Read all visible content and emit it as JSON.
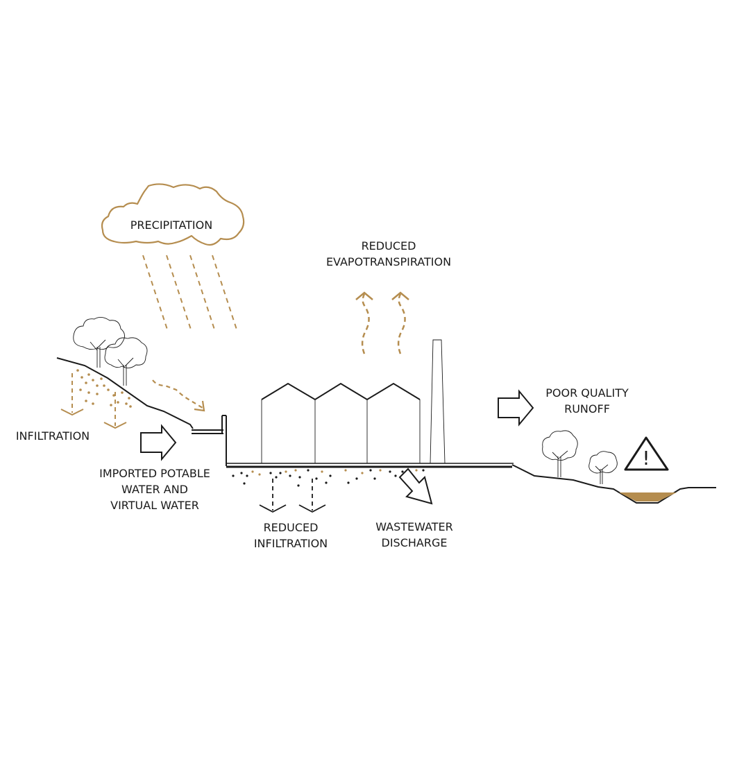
{
  "labels": {
    "precipitation": "PRECIPITATION",
    "evap_line1": "REDUCED",
    "evap_line2": "EVAPOTRANSPIRATION",
    "infiltration": "INFILTRATION",
    "imported_line1": "IMPORTED POTABLE",
    "imported_line2": "WATER AND",
    "imported_line3": "VIRTUAL WATER",
    "reduced_inf_line1": "REDUCED",
    "reduced_inf_line2": "INFILTRATION",
    "wastewater_line1": "WASTEWATER",
    "wastewater_line2": "DISCHARGE",
    "runoff_line1": "POOR QUALITY",
    "runoff_line2": "RUNOFF",
    "warning_glyph": "!"
  },
  "colors": {
    "water_accent": "#b58d4f",
    "line": "#1a1a1a",
    "pond_fill": "#b58d4f"
  },
  "icons": [
    "cloud-icon",
    "tree-icon",
    "factory-icon",
    "chimney-icon",
    "arrow-icon",
    "warning-icon"
  ]
}
